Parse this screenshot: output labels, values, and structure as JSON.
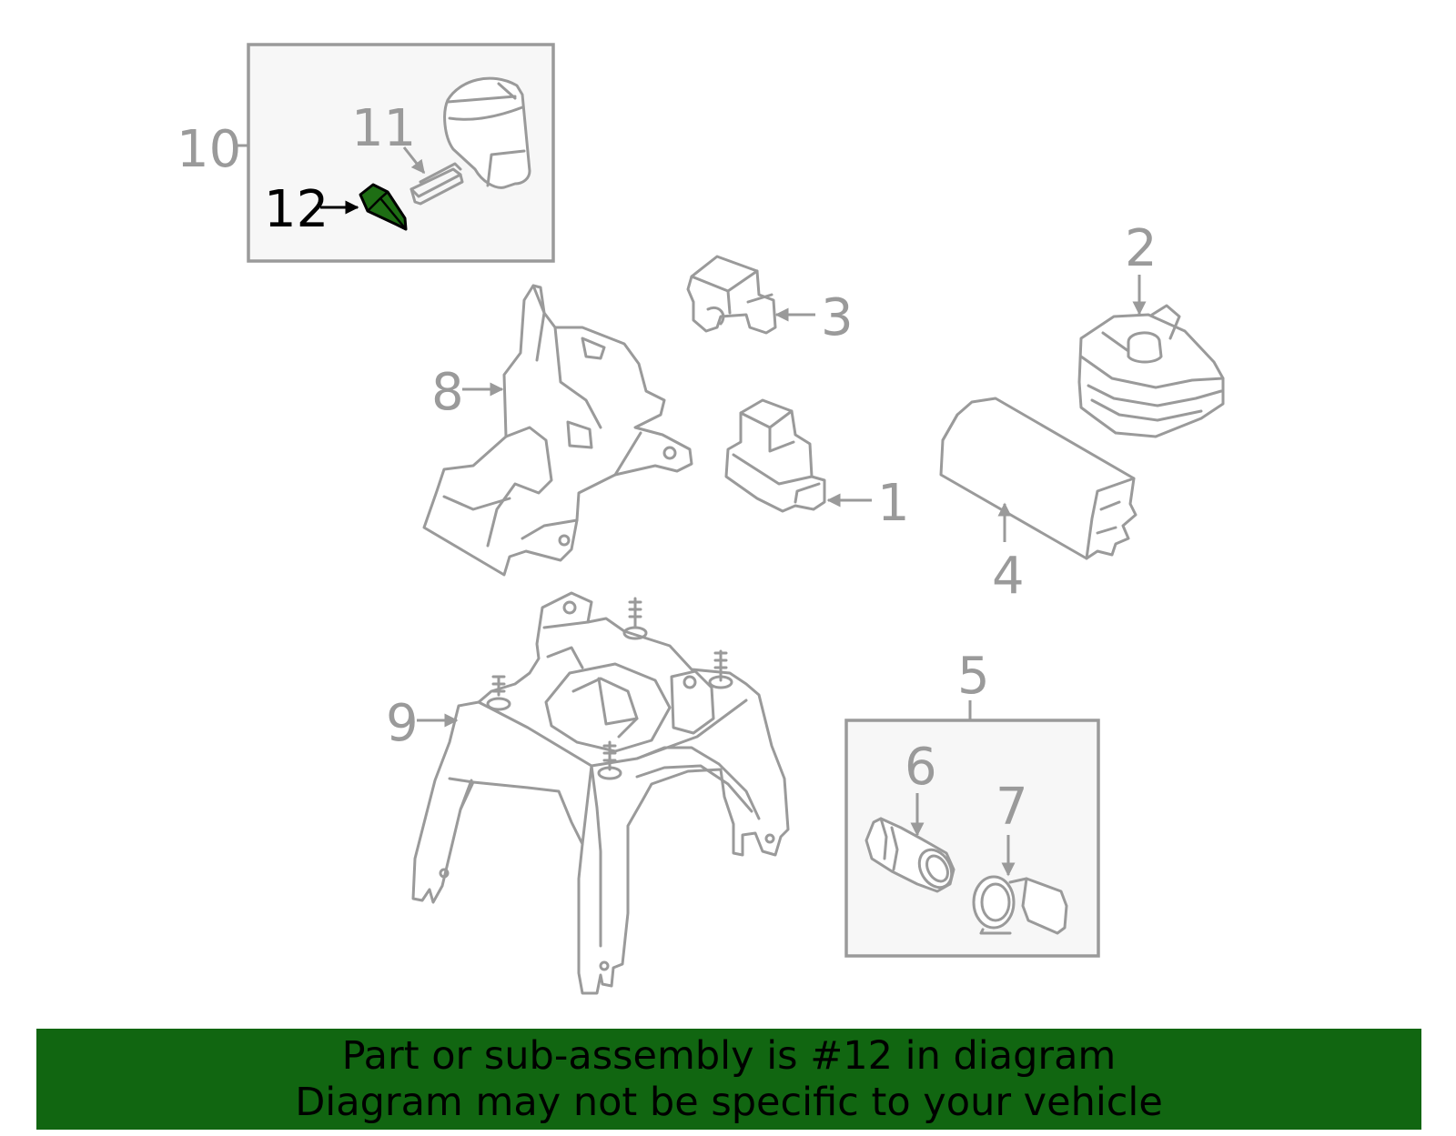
{
  "diagram": {
    "callouts": {
      "c1": "1",
      "c2": "2",
      "c3": "3",
      "c4": "4",
      "c5": "5",
      "c6": "6",
      "c7": "7",
      "c8": "8",
      "c9": "9",
      "c10": "10",
      "c11": "11",
      "c12": "12"
    },
    "highlight_part": "12",
    "colors": {
      "line_art": "#9a9a9a",
      "highlight_fill": "#1e6e14",
      "highlight_text": "#000000",
      "inset_bg": "#f7f7f7",
      "banner_bg": "#116611"
    }
  },
  "banner": {
    "line1": "Part or sub-assembly is #12 in diagram",
    "line2": "Diagram may not be specific to your vehicle"
  }
}
